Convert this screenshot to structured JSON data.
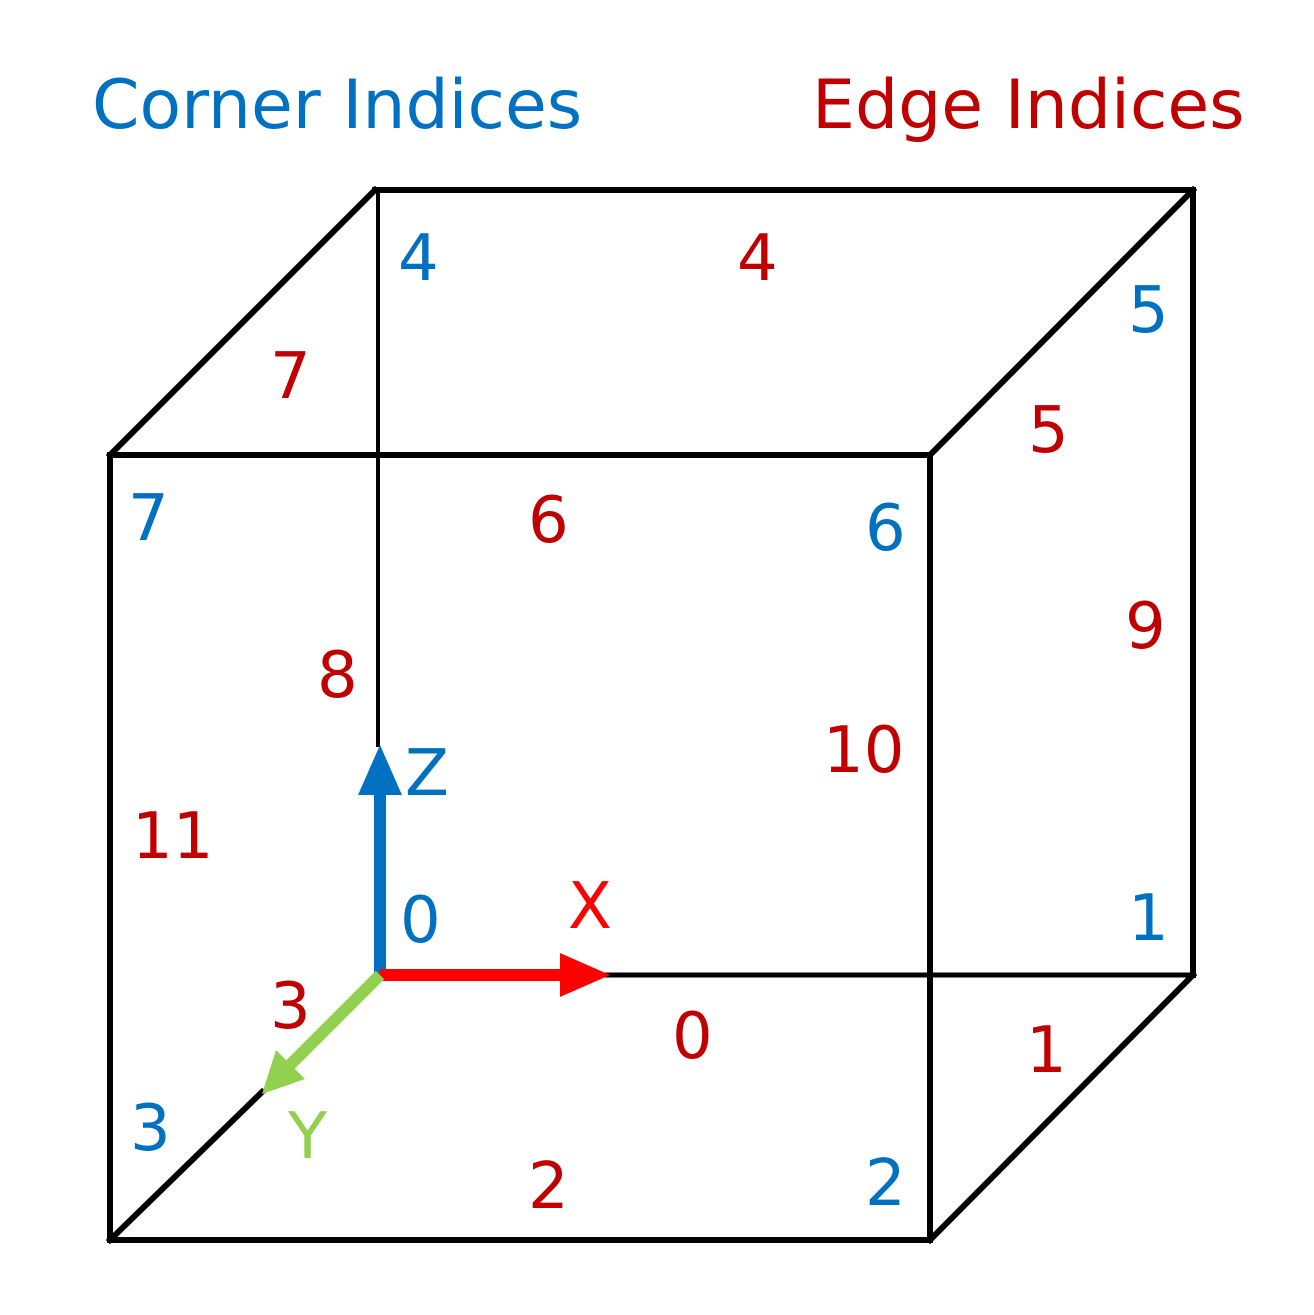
{
  "legend": {
    "corner_title": "Corner Indices",
    "edge_title": "Edge Indices"
  },
  "colors": {
    "corner": "#0070C0",
    "edge": "#C00000",
    "axis_x": "#FF0000",
    "axis_y": "#92D050",
    "axis_z": "#0070C0",
    "line": "#000000"
  },
  "axes": {
    "x_label": "X",
    "y_label": "Y",
    "z_label": "Z"
  },
  "corners": {
    "c0": "0",
    "c1": "1",
    "c2": "2",
    "c3": "3",
    "c4": "4",
    "c5": "5",
    "c6": "6",
    "c7": "7"
  },
  "edges": {
    "e0": "0",
    "e1": "1",
    "e2": "2",
    "e3": "3",
    "e4": "4",
    "e5": "5",
    "e6": "6",
    "e7": "7",
    "e8": "8",
    "e9": "9",
    "e10": "10",
    "e11": "11"
  }
}
